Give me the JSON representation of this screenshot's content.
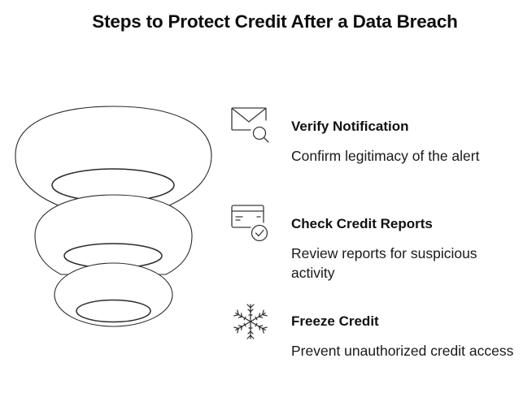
{
  "title": "Steps to Protect Credit After a Data Breach",
  "steps": [
    {
      "title": "Verify Notification",
      "description": "Confirm legitimacy of the alert",
      "icon": "envelope-search-icon"
    },
    {
      "title": "Check Credit Reports",
      "description": "Review reports for suspicious activity",
      "icon": "credit-card-check-icon"
    },
    {
      "title": "Freeze Credit",
      "description": "Prevent unauthorized credit access",
      "icon": "snowflake-icon"
    }
  ],
  "colors": {
    "stroke": "#2b2b2b",
    "text": "#111111",
    "background": "#ffffff"
  }
}
